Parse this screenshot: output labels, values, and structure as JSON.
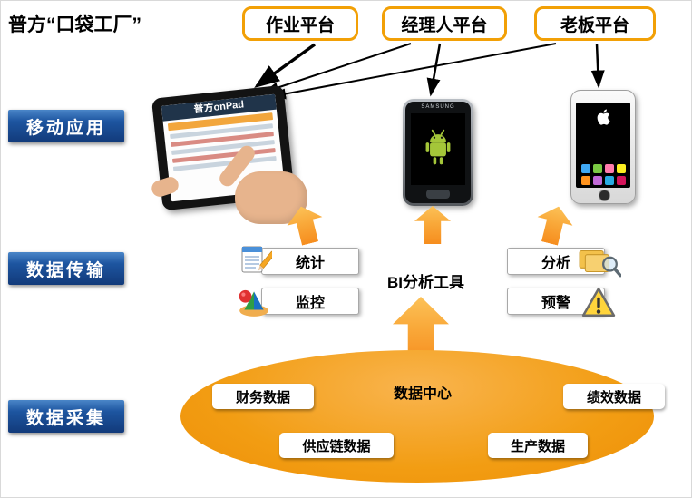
{
  "title": "普方“口袋工厂”",
  "colors": {
    "platform_border_orange": "#F2A006",
    "row_label_blue": "#123A7A",
    "arrow_orange": "#F68D1E",
    "ellipse_orange": "#F29D13",
    "android_green": "#A4C639"
  },
  "platforms": [
    {
      "label": "作业平台"
    },
    {
      "label": "经理人平台"
    },
    {
      "label": "老板平台"
    }
  ],
  "rows": [
    {
      "label": "移动应用"
    },
    {
      "label": "数据传输"
    },
    {
      "label": "数据采集"
    }
  ],
  "devices": {
    "tablet": {
      "screen_title": "普方onPad"
    },
    "android": {
      "brand": "SAMSUNG"
    }
  },
  "transmission": {
    "stat_label": "统计",
    "monitor_label": "监控",
    "bi_label": "BI分析工具",
    "analysis_label": "分析",
    "alert_label": "预警"
  },
  "datacenter": {
    "title": "数据中心",
    "finance": "财务数据",
    "supply": "供应链数据",
    "production": "生产数据",
    "performance": "绩效数据"
  }
}
